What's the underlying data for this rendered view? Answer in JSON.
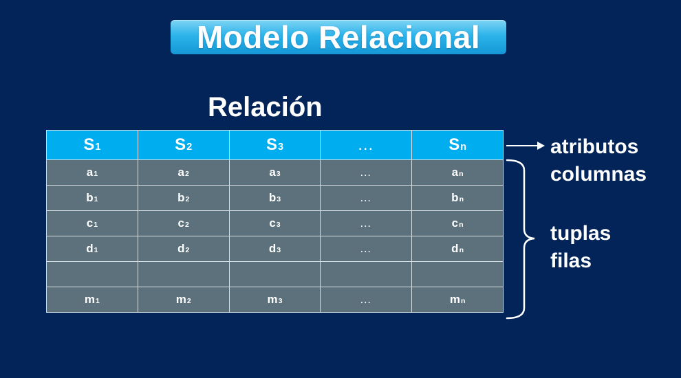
{
  "title": "Modelo Relacional",
  "subtitle": "Relación",
  "table": {
    "headers": [
      {
        "base": "S",
        "sub": "1"
      },
      {
        "base": "S",
        "sub": "2"
      },
      {
        "base": "S",
        "sub": "3"
      },
      {
        "base": "…",
        "sub": ""
      },
      {
        "base": "S",
        "sub": "n"
      }
    ],
    "rows": [
      [
        {
          "base": "a",
          "sub": "1"
        },
        {
          "base": "a",
          "sub": "2"
        },
        {
          "base": "a",
          "sub": "3"
        },
        {
          "base": "…",
          "sub": ""
        },
        {
          "base": "a",
          "sub": "n"
        }
      ],
      [
        {
          "base": "b",
          "sub": "1"
        },
        {
          "base": "b",
          "sub": "2"
        },
        {
          "base": "b",
          "sub": "3"
        },
        {
          "base": "…",
          "sub": ""
        },
        {
          "base": "b",
          "sub": "n"
        }
      ],
      [
        {
          "base": "c",
          "sub": "1"
        },
        {
          "base": "c",
          "sub": "2"
        },
        {
          "base": "c",
          "sub": "3"
        },
        {
          "base": "…",
          "sub": ""
        },
        {
          "base": "c",
          "sub": "n"
        }
      ],
      [
        {
          "base": "d",
          "sub": "1"
        },
        {
          "base": "d",
          "sub": "2"
        },
        {
          "base": "d",
          "sub": "3"
        },
        {
          "base": "…",
          "sub": ""
        },
        {
          "base": "d",
          "sub": "n"
        }
      ],
      [
        {
          "base": "",
          "sub": ""
        },
        {
          "base": "",
          "sub": ""
        },
        {
          "base": "",
          "sub": ""
        },
        {
          "base": "",
          "sub": ""
        },
        {
          "base": "",
          "sub": ""
        }
      ],
      [
        {
          "base": "m",
          "sub": "1"
        },
        {
          "base": "m",
          "sub": "2"
        },
        {
          "base": "m",
          "sub": "3"
        },
        {
          "base": "…",
          "sub": ""
        },
        {
          "base": "m",
          "sub": "n"
        }
      ]
    ]
  },
  "labels": {
    "attributes_line1": "atributos",
    "attributes_line2": "columnas",
    "tuples_line1": "tuplas",
    "tuples_line2": "filas"
  },
  "colors": {
    "background": "#022458",
    "header_cell": "#00adef",
    "body_cell": "#5c717b",
    "title_box": "#2cb4ea"
  }
}
